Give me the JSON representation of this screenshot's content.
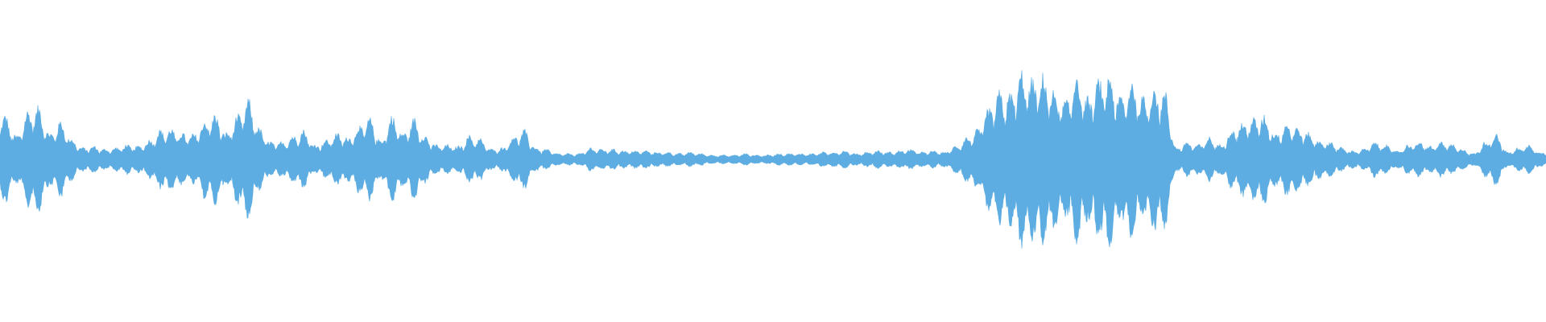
{
  "waveform": {
    "color": "#5dade2",
    "background": "#ffffff",
    "envelope": [
      0.3,
      0.16,
      0.33,
      0.36,
      0.18,
      0.26,
      0.14,
      0.08,
      0.09,
      0.07,
      0.08,
      0.1,
      0.09,
      0.13,
      0.2,
      0.21,
      0.18,
      0.17,
      0.26,
      0.31,
      0.18,
      0.3,
      0.41,
      0.21,
      0.12,
      0.12,
      0.16,
      0.2,
      0.1,
      0.13,
      0.18,
      0.15,
      0.23,
      0.28,
      0.13,
      0.3,
      0.18,
      0.28,
      0.16,
      0.1,
      0.1,
      0.09,
      0.16,
      0.14,
      0.07,
      0.08,
      0.16,
      0.2,
      0.08,
      0.07,
      0.04,
      0.04,
      0.04,
      0.08,
      0.07,
      0.07,
      0.06,
      0.06,
      0.06,
      0.05,
      0.05,
      0.04,
      0.05,
      0.04,
      0.03,
      0.03,
      0.03,
      0.04,
      0.03,
      0.03,
      0.04,
      0.04,
      0.04,
      0.04,
      0.05,
      0.05,
      0.06,
      0.04,
      0.05,
      0.06,
      0.05,
      0.06,
      0.07,
      0.05,
      0.06,
      0.05,
      0.09,
      0.15,
      0.2,
      0.35,
      0.46,
      0.45,
      0.6,
      0.55,
      0.58,
      0.47,
      0.4,
      0.6,
      0.42,
      0.55,
      0.58,
      0.43,
      0.55,
      0.42,
      0.5,
      0.46,
      0.08,
      0.12,
      0.1,
      0.15,
      0.1,
      0.2,
      0.25,
      0.28,
      0.3,
      0.18,
      0.25,
      0.22,
      0.18,
      0.13,
      0.12,
      0.08,
      0.06,
      0.07,
      0.12,
      0.1,
      0.06,
      0.1,
      0.12,
      0.09,
      0.12,
      0.1,
      0.07,
      0.04,
      0.12,
      0.18,
      0.05,
      0.08,
      0.1,
      0.05
    ]
  }
}
